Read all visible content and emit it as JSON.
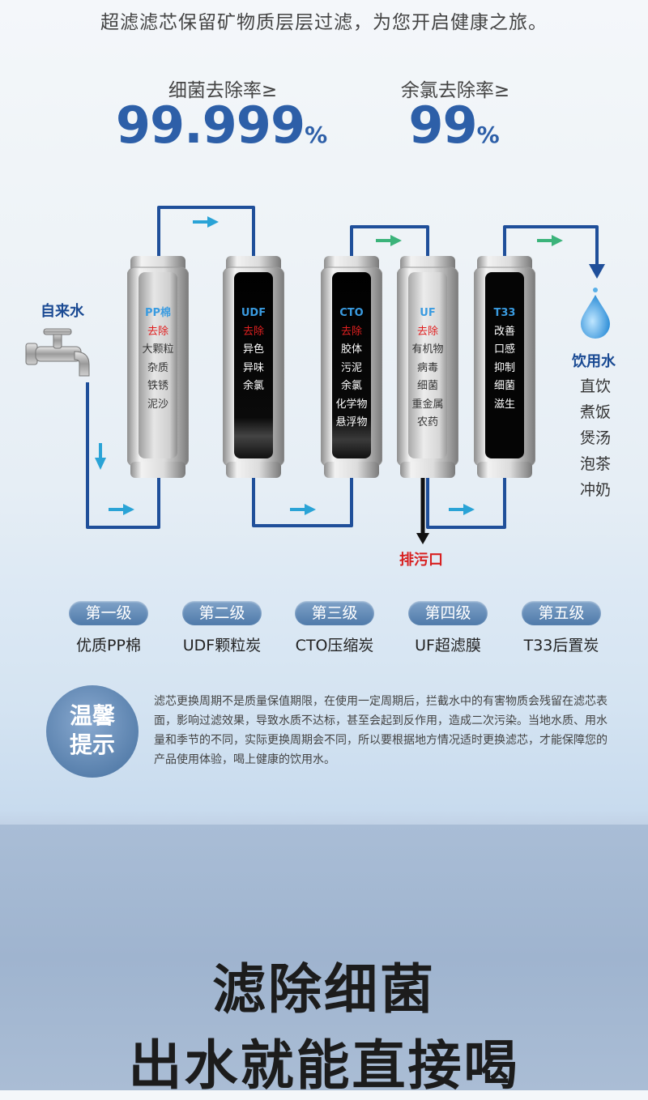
{
  "tagline": "超滤滤芯保留矿物质层层过滤，为您开启健康之旅。",
  "rates": [
    {
      "label": "细菌去除率≥",
      "value": "99.999",
      "unit": "%"
    },
    {
      "label": "余氯去除率≥",
      "value": "99",
      "unit": "%"
    }
  ],
  "diagram": {
    "source_label": "自来水",
    "output_label": "饮用水",
    "drain_label": "排污口",
    "uses": [
      "直饮",
      "煮饭",
      "煲汤",
      "泡茶",
      "冲奶"
    ],
    "filters": [
      {
        "name": "PP棉",
        "remove": "去除",
        "items": [
          "大颗粒",
          "杂质",
          "铁锈",
          "泥沙"
        ]
      },
      {
        "name": "UDF",
        "remove": "去除",
        "items": [
          "异色",
          "异味",
          "余氯"
        ]
      },
      {
        "name": "CTO",
        "remove": "去除",
        "items": [
          "胶体",
          "污泥",
          "余氯",
          "化学物",
          "悬浮物"
        ]
      },
      {
        "name": "UF",
        "remove": "去除",
        "items": [
          "有机物",
          "病毒",
          "细菌",
          "重金属",
          "农药"
        ]
      },
      {
        "name": "T33",
        "remove": "",
        "items": [
          "改善",
          "口感",
          "抑制",
          "细菌",
          "滋生"
        ]
      }
    ]
  },
  "stages": [
    {
      "level": "第一级",
      "name": "优质PP棉"
    },
    {
      "level": "第二级",
      "name": "UDF颗粒炭"
    },
    {
      "level": "第三级",
      "name": "CTO压缩炭"
    },
    {
      "level": "第四级",
      "name": "UF超滤膜"
    },
    {
      "level": "第五级",
      "name": "T33后置炭"
    }
  ],
  "tip": {
    "title_line1": "温馨",
    "title_line2": "提示",
    "text": "滤芯更换周期不是质量保值期限，在使用一定周期后，拦截水中的有害物质会残留在滤芯表面，影响过滤效果，导致水质不达标，甚至会起到反作用，造成二次污染。当地水质、用水量和季节的不同，实际更换周期会不同，所以要根据地方情况适时更换滤芯，才能保障您的产品使用体验，喝上健康的饮用水。"
  },
  "headline": {
    "line1": "滤除细菌",
    "line2": "出水就能直接喝"
  },
  "colors": {
    "pipe": "#1f4f9a",
    "arrow": "#2aa3d6",
    "arrow_green": "#3bb37a",
    "accent_blue": "#2d5fa8",
    "remove_red": "#e02020"
  }
}
